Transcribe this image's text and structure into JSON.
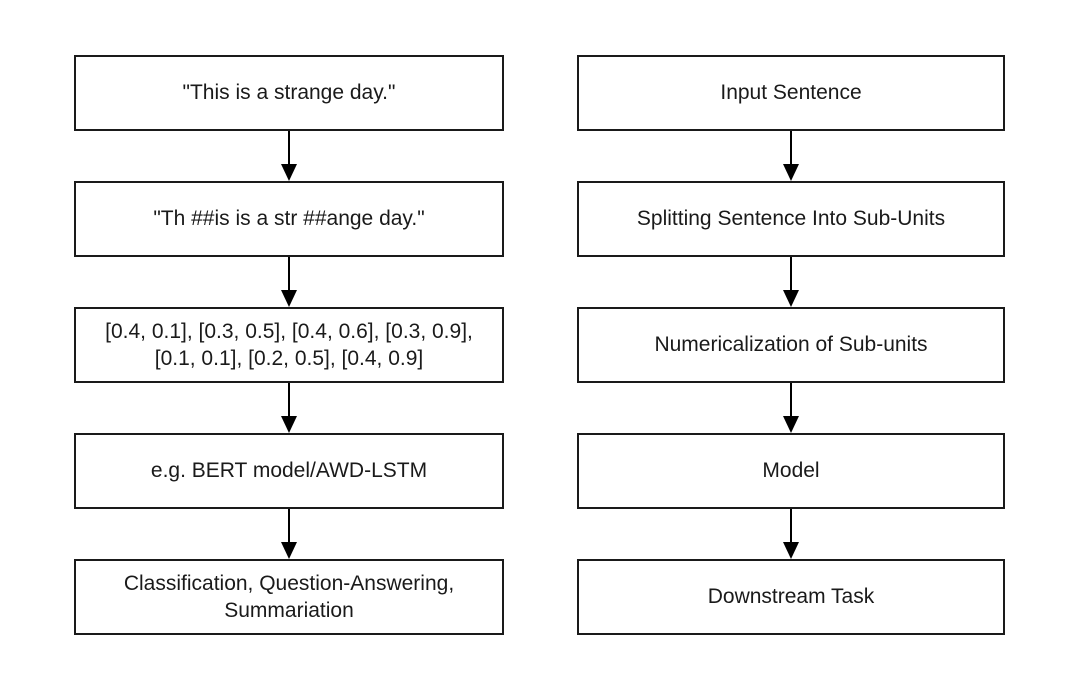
{
  "diagram": {
    "title": "tokenization-pipeline-flowchart",
    "example_column": {
      "steps": [
        "\"This is a strange day.\"",
        "\"Th ##is is a str ##ange day.\"",
        "[0.4, 0.1], [0.3, 0.5], [0.4, 0.6], [0.3, 0.9], [0.1, 0.1], [0.2, 0.5], [0.4, 0.9]",
        "e.g. BERT model/AWD-LSTM",
        "Classification, Question-Answering, Summariation"
      ]
    },
    "process_column": {
      "steps": [
        "Input Sentence",
        "Splitting Sentence Into Sub-Units",
        "Numericalization of Sub-units",
        "Model",
        "Downstream Task"
      ]
    },
    "colors": {
      "background": "#ffffff",
      "box_fill": "#ffffff",
      "box_border": "#1a1a1a",
      "text": "#1a1a1a",
      "arrow": "#000000"
    }
  }
}
